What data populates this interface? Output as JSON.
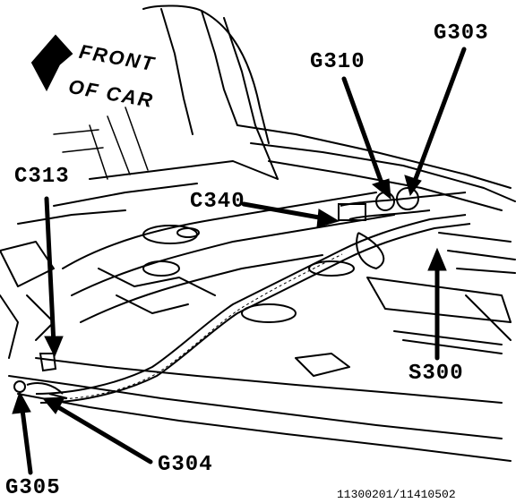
{
  "orientation": {
    "line1": "FRONT",
    "line2": "OF CAR",
    "icon": "arrow-icon"
  },
  "callouts": {
    "g303": "G303",
    "g310": "G310",
    "c313": "C313",
    "c340": "C340",
    "s300": "S300",
    "g304": "G304",
    "g305": "G305"
  },
  "figure_number": "11300201/11410502",
  "colors": {
    "ink": "#000000",
    "paper": "#ffffff"
  }
}
